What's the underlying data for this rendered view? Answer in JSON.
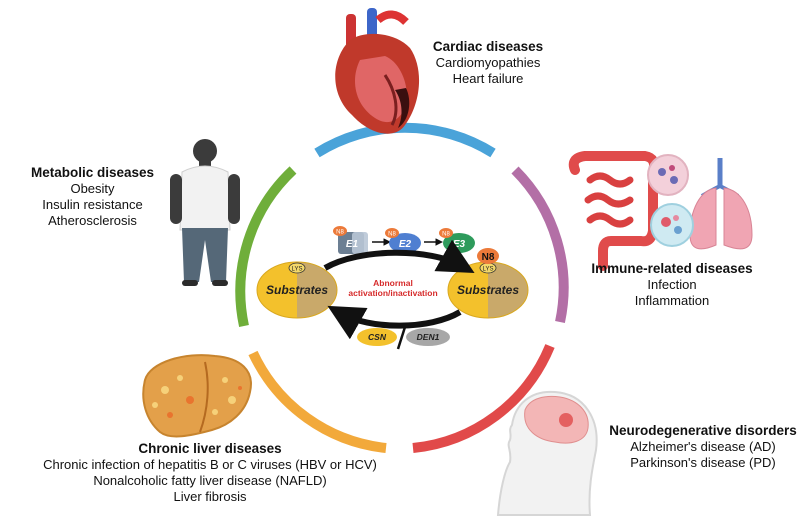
{
  "groups": {
    "cardiac": {
      "title": "Cardiac diseases",
      "items": [
        "Cardiomyopathies",
        "Heart failure"
      ]
    },
    "metabolic": {
      "title": "Metabolic diseases",
      "items": [
        "Obesity",
        "Insulin resistance",
        "Atherosclerosis"
      ]
    },
    "immune": {
      "title": "Immune-related diseases",
      "items": [
        "Infection",
        "Inflammation"
      ]
    },
    "neuro": {
      "title": "Neurodegenerative disorders",
      "items": [
        "Alzheimer's disease (AD)",
        "Parkinson's disease (PD)"
      ]
    },
    "liver": {
      "title": "Chronic liver diseases",
      "items": [
        "Chronic infection of hepatitis B or C viruses (HBV or HCV)",
        "Nonalcoholic fatty liver disease (NAFLD)",
        "Liver fibrosis"
      ]
    }
  },
  "center": {
    "enzymes": {
      "e1": "E1",
      "e2": "E2",
      "e3": "E3",
      "n8": "N8"
    },
    "substrate_left": "Substrates",
    "substrate_right": "Substrates",
    "lys": "LYS",
    "n8_big": "N8",
    "arrow_label_1": "Abnormal",
    "arrow_label_2": "activation/inactivation",
    "csn": "CSN",
    "den1": "DEN1"
  },
  "colors": {
    "ring_blue": "#4aa3d9",
    "ring_purple": "#b36fa6",
    "ring_red": "#e14a4a",
    "ring_orange": "#f2a93b",
    "ring_green": "#6fae3a",
    "substrate": "#f3c12c",
    "substrate_shade": "#c9a96a",
    "arrow_label": "#d62b2b"
  },
  "icons": [
    "heart-icon",
    "person-icon",
    "intestine-lungs-icon",
    "brain-head-icon",
    "liver-icon"
  ]
}
